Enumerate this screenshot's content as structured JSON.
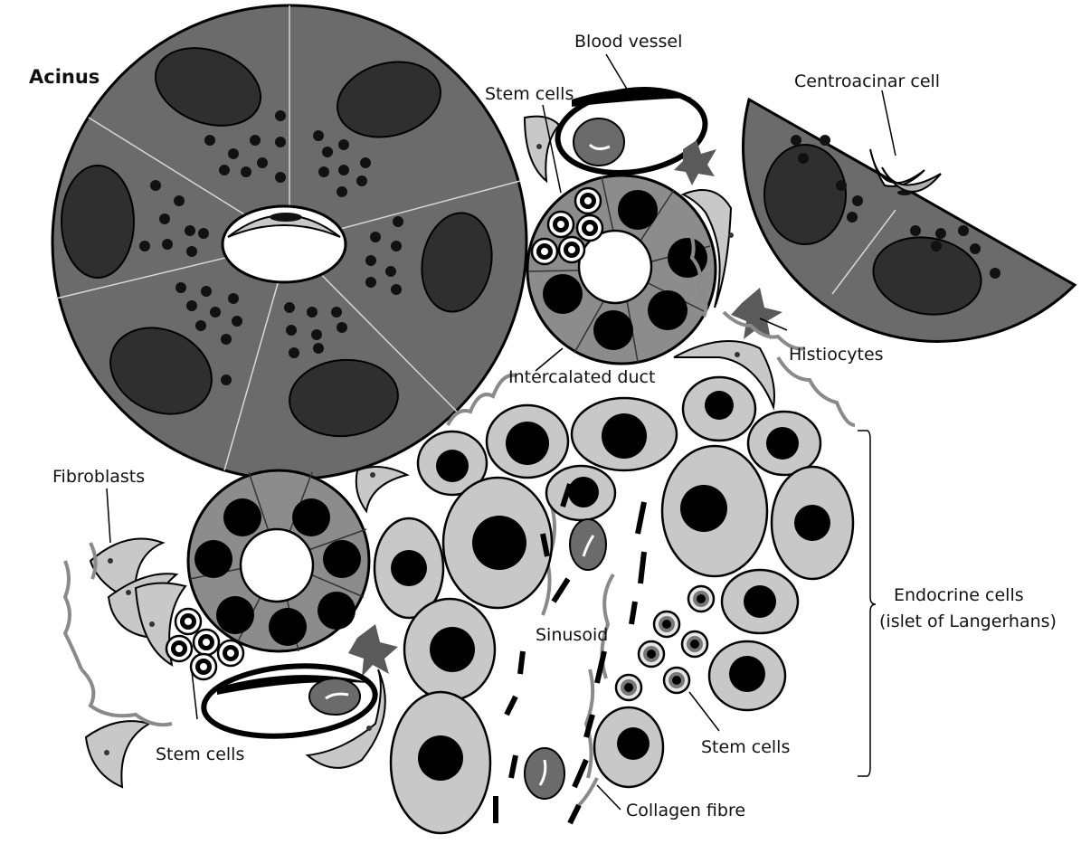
{
  "labels": {
    "acinus": "Acinus",
    "blood_vessel": "Blood vessel",
    "centroacinar_cell": "Centroacinar cell",
    "stem_cells_top": "Stem cells",
    "histiocytes": "Histiocytes",
    "intercalated_duct": "Intercalated duct",
    "fibroblasts": "Fibroblasts",
    "sinusoid": "Sinusoid",
    "endocrine_line1": "Endocrine cells",
    "endocrine_line2": "(islet of Langerhans)",
    "stem_cells_right": "Stem cells",
    "stem_cells_bottom": "Stem cells",
    "collagen_fibre": "Collagen fibre"
  },
  "colors": {
    "acinar_cell": "#6b6b6b",
    "nucleus": "#2f2f2f",
    "light_cell": "#c8c8c8",
    "duct_cell": "#8c8c8c",
    "outline": "#000000",
    "fibre": "#8a8a8a",
    "histiocyte": "#5a5a5a"
  }
}
